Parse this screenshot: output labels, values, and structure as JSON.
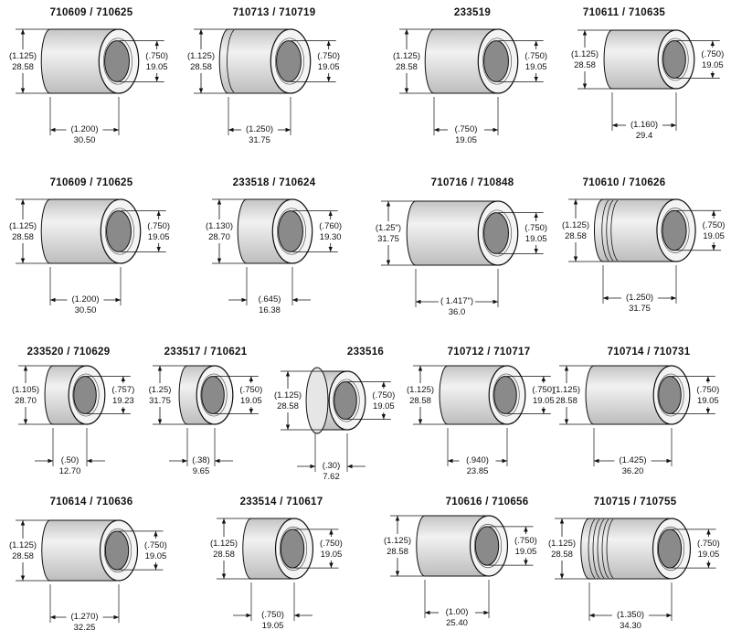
{
  "parts": [
    {
      "title": "710609 / 710625",
      "outer": [
        "(1.125)",
        "28.58"
      ],
      "inner": [
        "(.750)",
        "19.05"
      ],
      "length": [
        "(1.200)",
        "30.50"
      ]
    },
    {
      "title": "710713 / 710719",
      "outer": [
        "(1.125)",
        "28.58"
      ],
      "inner": [
        "(.750)",
        "19.05"
      ],
      "length": [
        "(1.250)",
        "31.75"
      ]
    },
    {
      "title": "233519",
      "outer": [
        "(1.125)",
        "28.58"
      ],
      "inner": [
        "(.750)",
        "19.05"
      ],
      "length": [
        "(.750)",
        "19.05"
      ]
    },
    {
      "title": "710611 / 710635",
      "outer": [
        "(1.125)",
        "28.58"
      ],
      "inner": [
        "(.750)",
        "19.05"
      ],
      "length": [
        "(1.160)",
        "29.4"
      ]
    },
    {
      "title": "710609 / 710625",
      "outer": [
        "(1.125)",
        "28.58"
      ],
      "inner": [
        "(.750)",
        "19.05"
      ],
      "length": [
        "(1.200)",
        "30.50"
      ]
    },
    {
      "title": "233518 / 710624",
      "outer": [
        "(1.130)",
        "28.70"
      ],
      "inner": [
        "(.760)",
        "19.30"
      ],
      "length": [
        "(.645)",
        "16.38"
      ]
    },
    {
      "title": "710716 / 710848",
      "outer": [
        "(1.25\")",
        "31.75"
      ],
      "inner": [
        "(.750)",
        "19.05"
      ],
      "length": [
        "( 1.417\")",
        "36.0"
      ]
    },
    {
      "title": "710610 / 710626",
      "outer": [
        "(1.125)",
        "28.58"
      ],
      "inner": [
        "(.750)",
        "19.05"
      ],
      "length": [
        "(1.250)",
        "31.75"
      ]
    },
    {
      "title": "233520 / 710629",
      "outer": [
        "(1.105)",
        "28.70"
      ],
      "inner": [
        "(.757)",
        "19.23"
      ],
      "length": [
        "(.50)",
        "12.70"
      ]
    },
    {
      "title": "233517 / 710621",
      "outer": [
        "(1.25)",
        "31.75"
      ],
      "inner": [
        "(.750)",
        "19.05"
      ],
      "length": [
        "(.38)",
        "9.65"
      ]
    },
    {
      "title": "233516",
      "outer": [
        "(1.125)",
        "28.58"
      ],
      "inner": [
        "(.750)",
        "19.05"
      ],
      "length": [
        "(.30)",
        "7.62"
      ]
    },
    {
      "title": "710712 / 710717",
      "outer": [
        "(1.125)",
        "28.58"
      ],
      "inner": [
        "(.750)",
        "19.05"
      ],
      "length": [
        "(.940)",
        "23.85"
      ]
    },
    {
      "title": "710714 / 710731",
      "outer": [
        "(1.125)",
        "28.58"
      ],
      "inner": [
        "(.750)",
        "19.05"
      ],
      "length": [
        "(1.425)",
        "36.20"
      ]
    },
    {
      "title": "710614 / 710636",
      "outer": [
        "(1.125)",
        "28.58"
      ],
      "inner": [
        "(.750)",
        "19.05"
      ],
      "length": [
        "(1.270)",
        "32.25"
      ]
    },
    {
      "title": "233514 / 710617",
      "outer": [
        "(1.125)",
        "28.58"
      ],
      "inner": [
        "(.750)",
        "19.05"
      ],
      "length": [
        "(.750)",
        "19.05"
      ]
    },
    {
      "title": "710616 / 710656",
      "outer": [
        "(1.125)",
        "28.58"
      ],
      "inner": [
        "(.750)",
        "19.05"
      ],
      "length": [
        "(1.00)",
        "25.40"
      ]
    },
    {
      "title": "710715 / 710755",
      "outer": [
        "(1.125)",
        "28.58"
      ],
      "inner": [
        "(.750)",
        "19.05"
      ],
      "length": [
        "(1.350)",
        "34.30"
      ]
    }
  ],
  "colors": {
    "body": "#d6d6d6",
    "face": "#f4f4f4",
    "bore": "#8a8a8a",
    "line": "#111111"
  }
}
